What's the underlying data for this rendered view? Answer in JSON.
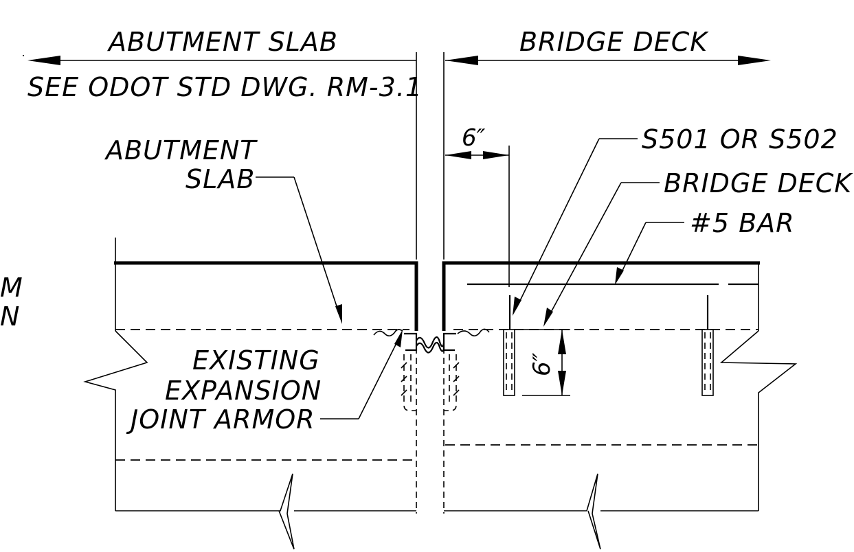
{
  "labels": {
    "abutment_slab_header": "ABUTMENT SLAB",
    "see_odot": "SEE ODOT STD DWG. RM-3.1",
    "bridge_deck_header": "BRIDGE DECK",
    "dim_top_6in": "6″",
    "s501_s502": "S501 OR S502",
    "bridge_deck_callout": "BRIDGE DECK",
    "bar_5": "#5 BAR",
    "abutment_callout_line1": "ABUTMENT",
    "abutment_callout_line2": "SLAB",
    "existing_line1": "EXISTING",
    "existing_line2": "EXPANSION",
    "existing_line3": "JOINT ARMOR",
    "dim_vertical_6in": "6″",
    "cut_edge_fragment_1": "M",
    "cut_edge_fragment_2": "N"
  }
}
